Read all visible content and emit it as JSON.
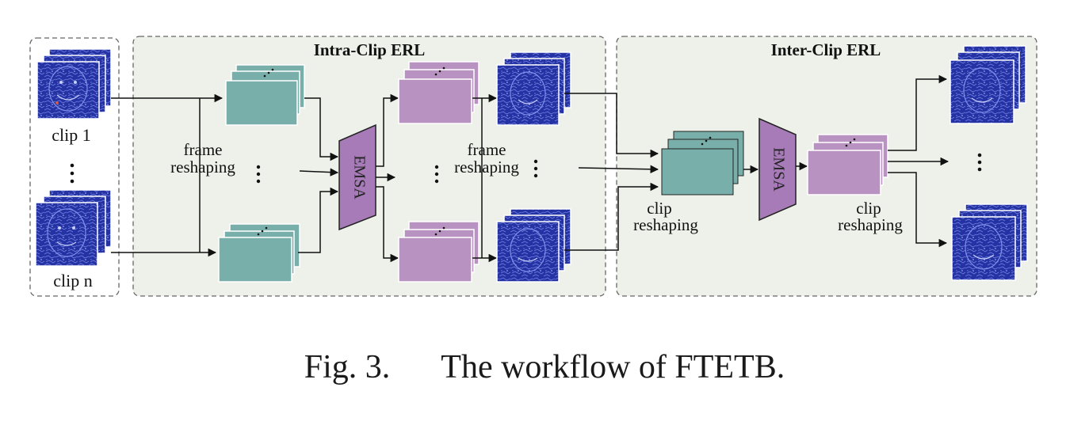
{
  "panels": {
    "intra_title": "Intra-Clip ERL",
    "inter_title": "Inter-Clip ERL"
  },
  "input": {
    "clip_first": "clip 1",
    "clip_last": "clip n"
  },
  "labels": {
    "frame_reshaping_1_a": "frame",
    "frame_reshaping_1_b": "reshaping",
    "frame_reshaping_2_a": "frame",
    "frame_reshaping_2_b": "reshaping",
    "clip_reshaping_1_a": "clip",
    "clip_reshaping_1_b": "reshaping",
    "clip_reshaping_2_a": "clip",
    "clip_reshaping_2_b": "reshaping",
    "emsa_1": "EMSA",
    "emsa_2": "EMSA"
  },
  "caption": {
    "number": "Fig. 3.",
    "text": "The workflow of FTETB."
  },
  "colors": {
    "teal": "#79AFAA",
    "purple": "#B892C1",
    "panel_bg": "#EEF1E9",
    "face_blue": "#24309A"
  }
}
